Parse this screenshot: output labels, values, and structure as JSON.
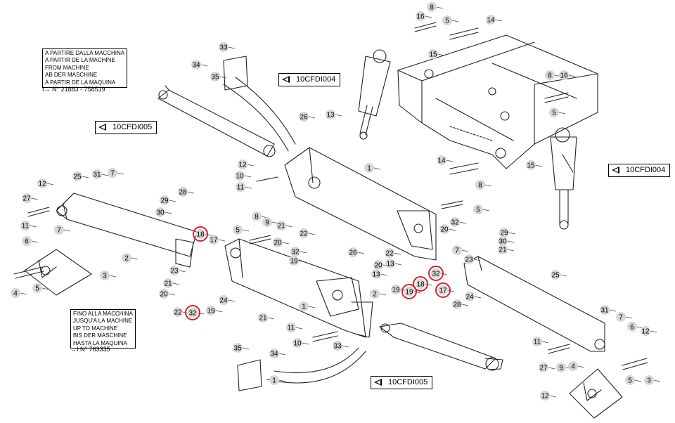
{
  "notes": {
    "from_machine": {
      "lines": [
        "A PARTIRE DALLA MACCHINA",
        "A PARTIR DE LA MACHINE",
        "FROM MACHINE",
        "AB DER MASCHINE",
        "A PARTIR DE LA MAQUINA"
      ],
      "serial": "N° 21883 - 758519"
    },
    "up_to_machine": {
      "lines": [
        "FINO ALLA MACCHINA",
        "JUSQU'A LA MACHINE",
        "UP TO MACHINE",
        "BIS DER MASCHINE",
        "HASTA LA MAQUINA"
      ],
      "serial": "N° 763335"
    }
  },
  "refs": {
    "top": "10CFDI004",
    "right": "10CFDI004",
    "left": "10CFDI005",
    "bottom": "10CFDI005"
  },
  "callouts": [
    "8",
    "16",
    "5",
    "14",
    "15",
    "8",
    "16",
    "5",
    "15",
    "14",
    "8",
    "5",
    "33",
    "34",
    "35",
    "26",
    "13",
    "12",
    "10",
    "11",
    "1",
    "25",
    "31",
    "7",
    "12",
    "27",
    "11",
    "7",
    "2",
    "28",
    "29",
    "30",
    "18",
    "17",
    "6",
    "3",
    "4",
    "5",
    "23",
    "21",
    "20",
    "22",
    "32",
    "19",
    "24",
    "5",
    "8",
    "9",
    "21",
    "22",
    "20",
    "32",
    "19",
    "26",
    "13",
    "1",
    "21",
    "22",
    "20",
    "19",
    "32",
    "19",
    "18",
    "17",
    "23",
    "24",
    "28",
    "29",
    "30",
    "21",
    "32",
    "20",
    "7",
    "13",
    "2",
    "25",
    "31",
    "7",
    "6",
    "12",
    "11",
    "27",
    "9",
    "4",
    "5",
    "3",
    "12",
    "11",
    "10",
    "33",
    "35",
    "34",
    "1"
  ],
  "highlighted": [
    "18",
    "19",
    "19",
    "19",
    "19",
    "18"
  ]
}
